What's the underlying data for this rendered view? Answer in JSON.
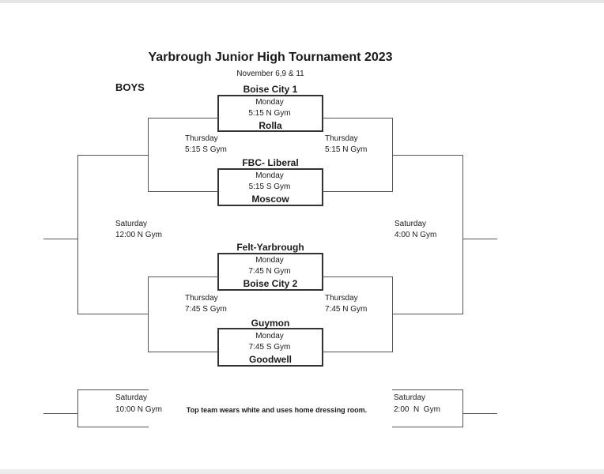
{
  "header": {
    "title": "Yarbrough Junior High Tournament 2023",
    "dates": "November 6,9 & 11",
    "division": "BOYS"
  },
  "monday_games": [
    {
      "top_team": "Boise City 1",
      "day": "Monday",
      "time": "5:15 N Gym",
      "bottom_team": "Rolla"
    },
    {
      "top_team": "FBC- Liberal",
      "day": "Monday",
      "time": "5:15 S Gym",
      "bottom_team": "Moscow"
    },
    {
      "top_team": "Felt-Yarbrough",
      "day": "Monday",
      "time": "7:45 N Gym",
      "bottom_team": "Boise City 2"
    },
    {
      "top_team": "Guymon",
      "day": "Monday",
      "time": "7:45 S Gym",
      "bottom_team": "Goodwell"
    }
  ],
  "thursday_games": {
    "upper_left": {
      "day": "Thursday",
      "time": "5:15 S Gym"
    },
    "upper_right": {
      "day": "Thursday",
      "time": "5:15 N Gym"
    },
    "lower_left": {
      "day": "Thursday",
      "time": "7:45 S Gym"
    },
    "lower_right": {
      "day": "Thursday",
      "time": "7:45 N Gym"
    }
  },
  "saturday_games": {
    "left_final": {
      "day": "Saturday",
      "time": "12:00 N Gym"
    },
    "right_final": {
      "day": "Saturday",
      "time": "4:00 N Gym"
    },
    "left_bottom": {
      "day": "Saturday",
      "time": "10:00 N Gym"
    },
    "right_bottom": {
      "day": "Saturday",
      "time": "2:00  N  Gym"
    }
  },
  "note": "Top team wears white and uses home dressing room."
}
